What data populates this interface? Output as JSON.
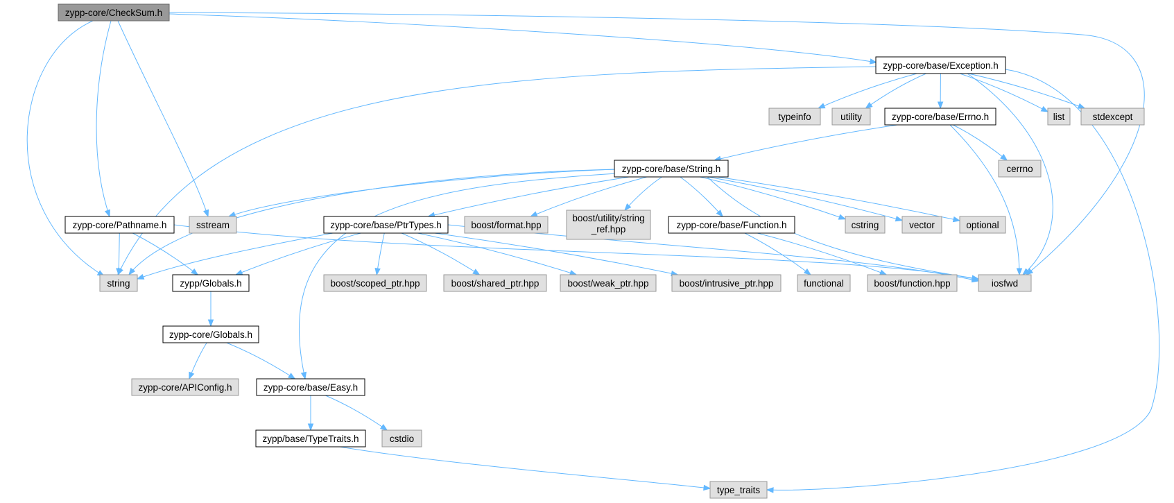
{
  "colors": {
    "edge": "#63b8ff",
    "focus_fill": "#999999",
    "local_fill": "#ffffff",
    "external_fill": "#e0e0e0"
  },
  "nodes": [
    {
      "id": "checksum",
      "label": "zypp-core/CheckSum.h",
      "kind": "focus"
    },
    {
      "id": "exception",
      "label": "zypp-core/base/Exception.h",
      "kind": "local"
    },
    {
      "id": "typeinfo",
      "label": "typeinfo",
      "kind": "external"
    },
    {
      "id": "utility",
      "label": "utility",
      "kind": "external"
    },
    {
      "id": "errno",
      "label": "zypp-core/base/Errno.h",
      "kind": "local"
    },
    {
      "id": "list",
      "label": "list",
      "kind": "external"
    },
    {
      "id": "stdexcept",
      "label": "stdexcept",
      "kind": "external"
    },
    {
      "id": "cerrno",
      "label": "cerrno",
      "kind": "external"
    },
    {
      "id": "string_h",
      "label": "zypp-core/base/String.h",
      "kind": "local"
    },
    {
      "id": "pathname",
      "label": "zypp-core/Pathname.h",
      "kind": "local"
    },
    {
      "id": "sstream",
      "label": "sstream",
      "kind": "external"
    },
    {
      "id": "ptrtypes",
      "label": "zypp-core/base/PtrTypes.h",
      "kind": "local"
    },
    {
      "id": "boostformat",
      "label": "boost/format.hpp",
      "kind": "external"
    },
    {
      "id": "boostutility",
      "label": "boost/utility/string_ref.hpp",
      "kind": "external",
      "lines": [
        "boost/utility/string",
        "_ref.hpp"
      ]
    },
    {
      "id": "function_h",
      "label": "zypp-core/base/Function.h",
      "kind": "local"
    },
    {
      "id": "cstring",
      "label": "cstring",
      "kind": "external"
    },
    {
      "id": "vector",
      "label": "vector",
      "kind": "external"
    },
    {
      "id": "optional",
      "label": "optional",
      "kind": "external"
    },
    {
      "id": "string",
      "label": "string",
      "kind": "external"
    },
    {
      "id": "zyppglobals",
      "label": "zypp/Globals.h",
      "kind": "local"
    },
    {
      "id": "scopedptr",
      "label": "boost/scoped_ptr.hpp",
      "kind": "external"
    },
    {
      "id": "sharedptr",
      "label": "boost/shared_ptr.hpp",
      "kind": "external"
    },
    {
      "id": "weakptr",
      "label": "boost/weak_ptr.hpp",
      "kind": "external"
    },
    {
      "id": "intrusiveptr",
      "label": "boost/intrusive_ptr.hpp",
      "kind": "external"
    },
    {
      "id": "functional",
      "label": "functional",
      "kind": "external"
    },
    {
      "id": "boostfunction",
      "label": "boost/function.hpp",
      "kind": "external"
    },
    {
      "id": "iosfwd",
      "label": "iosfwd",
      "kind": "external"
    },
    {
      "id": "coreglobals",
      "label": "zypp-core/Globals.h",
      "kind": "local"
    },
    {
      "id": "apiconfig",
      "label": "zypp-core/APIConfig.h",
      "kind": "external"
    },
    {
      "id": "easy",
      "label": "zypp-core/base/Easy.h",
      "kind": "local"
    },
    {
      "id": "typetraits_h",
      "label": "zypp/base/TypeTraits.h",
      "kind": "local"
    },
    {
      "id": "cstdio",
      "label": "cstdio",
      "kind": "external"
    },
    {
      "id": "type_traits",
      "label": "type_traits",
      "kind": "external"
    }
  ],
  "edges": [
    {
      "from": "checksum",
      "to": "exception"
    },
    {
      "from": "checksum",
      "to": "iosfwd"
    },
    {
      "from": "checksum",
      "to": "string"
    },
    {
      "from": "checksum",
      "to": "pathname"
    },
    {
      "from": "checksum",
      "to": "sstream"
    },
    {
      "from": "exception",
      "to": "string"
    },
    {
      "from": "exception",
      "to": "typeinfo"
    },
    {
      "from": "exception",
      "to": "utility"
    },
    {
      "from": "exception",
      "to": "errno"
    },
    {
      "from": "exception",
      "to": "list"
    },
    {
      "from": "exception",
      "to": "stdexcept"
    },
    {
      "from": "exception",
      "to": "iosfwd"
    },
    {
      "from": "exception",
      "to": "type_traits"
    },
    {
      "from": "errno",
      "to": "string_h"
    },
    {
      "from": "errno",
      "to": "cerrno"
    },
    {
      "from": "errno",
      "to": "iosfwd"
    },
    {
      "from": "string_h",
      "to": "sstream"
    },
    {
      "from": "string_h",
      "to": "string"
    },
    {
      "from": "string_h",
      "to": "easy"
    },
    {
      "from": "string_h",
      "to": "ptrtypes"
    },
    {
      "from": "string_h",
      "to": "boostformat"
    },
    {
      "from": "string_h",
      "to": "boostutility"
    },
    {
      "from": "string_h",
      "to": "function_h"
    },
    {
      "from": "string_h",
      "to": "cstring"
    },
    {
      "from": "string_h",
      "to": "vector"
    },
    {
      "from": "string_h",
      "to": "optional"
    },
    {
      "from": "string_h",
      "to": "iosfwd"
    },
    {
      "from": "pathname",
      "to": "string"
    },
    {
      "from": "pathname",
      "to": "zyppglobals"
    },
    {
      "from": "pathname",
      "to": "iosfwd"
    },
    {
      "from": "ptrtypes",
      "to": "string"
    },
    {
      "from": "ptrtypes",
      "to": "zyppglobals"
    },
    {
      "from": "ptrtypes",
      "to": "scopedptr"
    },
    {
      "from": "ptrtypes",
      "to": "sharedptr"
    },
    {
      "from": "ptrtypes",
      "to": "weakptr"
    },
    {
      "from": "ptrtypes",
      "to": "intrusiveptr"
    },
    {
      "from": "ptrtypes",
      "to": "iosfwd"
    },
    {
      "from": "function_h",
      "to": "functional"
    },
    {
      "from": "function_h",
      "to": "boostfunction"
    },
    {
      "from": "zyppglobals",
      "to": "coreglobals"
    },
    {
      "from": "coreglobals",
      "to": "apiconfig"
    },
    {
      "from": "coreglobals",
      "to": "easy"
    },
    {
      "from": "easy",
      "to": "typetraits_h"
    },
    {
      "from": "easy",
      "to": "cstdio"
    },
    {
      "from": "typetraits_h",
      "to": "type_traits"
    }
  ]
}
